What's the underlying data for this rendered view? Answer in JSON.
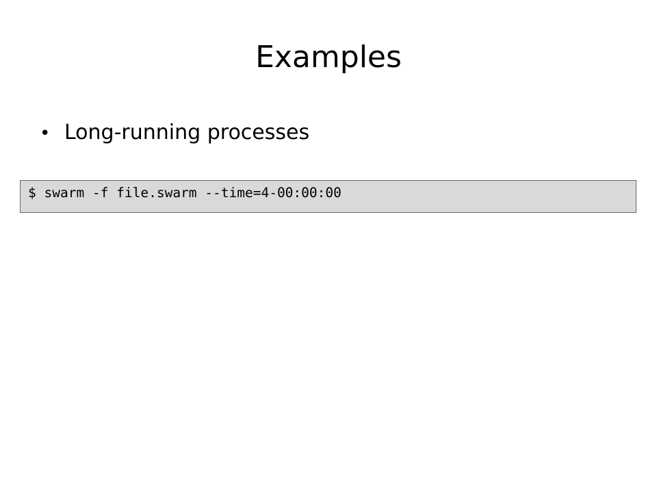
{
  "slide": {
    "title": "Examples",
    "bullets": [
      {
        "marker": "•",
        "text": "Long-running processes"
      }
    ],
    "code": "$ swarm -f file.swarm --time=4-00:00:00"
  }
}
